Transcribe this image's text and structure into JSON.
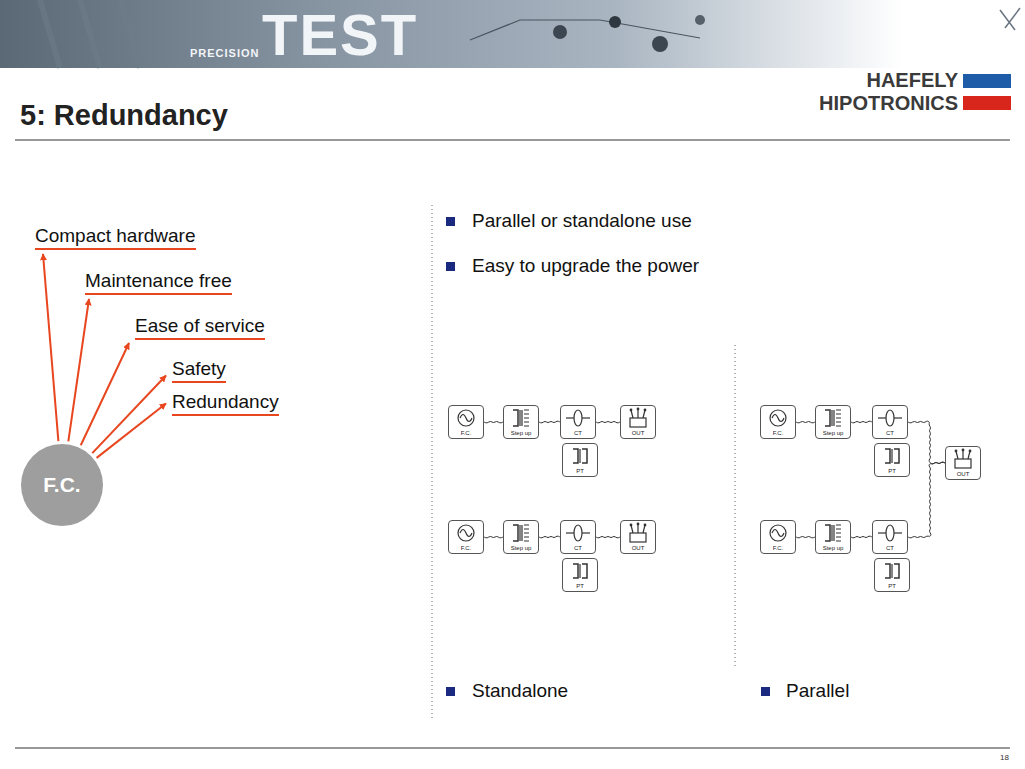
{
  "diagram": {
    "title": "5: Redundancy",
    "nodes": [
      {
        "text": [
          "F.C."
        ]
      },
      {
        "text": [
          "Compact hardware"
        ]
      },
      {
        "text": [
          "Maintenance free"
        ]
      },
      {
        "text": [
          "Ease of service"
        ]
      },
      {
        "text": [
          "Safety"
        ]
      },
      {
        "text": [
          "Redundancy"
        ]
      },
      {
        "text": [
          "F.C."
        ]
      },
      {
        "text": [
          "Step up"
        ]
      },
      {
        "text": [
          "CT"
        ]
      },
      {
        "text": [
          "PT"
        ]
      },
      {
        "text": [
          "OUT"
        ]
      },
      {
        "text": [
          "F.C."
        ]
      },
      {
        "text": [
          "Step up"
        ]
      },
      {
        "text": [
          "CT"
        ]
      },
      {
        "text": [
          "PT"
        ]
      },
      {
        "text": [
          "OUT"
        ]
      },
      {
        "text": [
          "F.C."
        ]
      },
      {
        "text": [
          "Step up"
        ]
      },
      {
        "text": [
          "CT"
        ]
      },
      {
        "text": [
          "PT"
        ]
      },
      {
        "text": [
          "OUT"
        ]
      },
      {
        "text": [
          "F.C."
        ]
      },
      {
        "text": [
          "Step up"
        ]
      },
      {
        "text": [
          "CT"
        ]
      },
      {
        "text": [
          "PT"
        ]
      }
    ],
    "edges": [
      {
        "from": 0,
        "to": 1,
        "arrow": "to"
      },
      {
        "from": 0,
        "to": 2,
        "arrow": "to"
      },
      {
        "from": 0,
        "to": 3,
        "arrow": "to"
      },
      {
        "from": 0,
        "to": 4,
        "arrow": "to"
      },
      {
        "from": 0,
        "to": 5,
        "arrow": "to"
      },
      {
        "from": 6,
        "to": 7,
        "arrow": "none"
      },
      {
        "from": 7,
        "to": 8,
        "arrow": "none"
      },
      {
        "from": 8,
        "to": 10,
        "arrow": "none"
      },
      {
        "from": 11,
        "to": 12,
        "arrow": "none"
      },
      {
        "from": 12,
        "to": 13,
        "arrow": "none"
      },
      {
        "from": 13,
        "to": 15,
        "arrow": "none"
      },
      {
        "from": 16,
        "to": 17,
        "arrow": "none"
      },
      {
        "from": 17,
        "to": 18,
        "arrow": "none"
      },
      {
        "from": 18,
        "to": 20,
        "arrow": "none"
      },
      {
        "from": 21,
        "to": 22,
        "arrow": "none"
      },
      {
        "from": 22,
        "to": 23,
        "arrow": "none"
      },
      {
        "from": 23,
        "to": 20,
        "arrow": "none"
      }
    ],
    "labels": [
      "TEST",
      "PRECISION",
      "HAEFELY",
      "HIPOTRONICS",
      "Parallel or standalone use",
      "Easy to upgrade the power",
      "Standalone",
      "Parallel",
      "18"
    ]
  }
}
